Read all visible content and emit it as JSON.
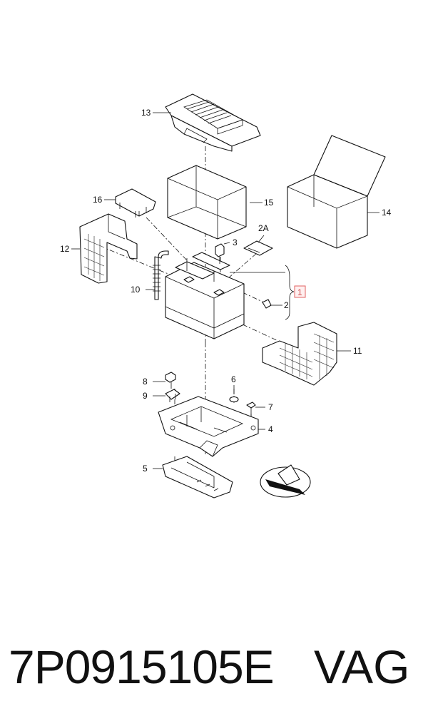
{
  "callouts": {
    "c1": "1",
    "c2": "2",
    "c2a": "2A",
    "c3": "3",
    "c4": "4",
    "c5": "5",
    "c6": "6",
    "c7": "7",
    "c8": "8",
    "c9": "9",
    "c10": "10",
    "c11": "11",
    "c12": "12",
    "c13": "13",
    "c14": "14",
    "c15": "15",
    "c16": "16"
  },
  "highlight_color": "#e06060",
  "part_number": "7P0915105E",
  "brand": "VAG"
}
